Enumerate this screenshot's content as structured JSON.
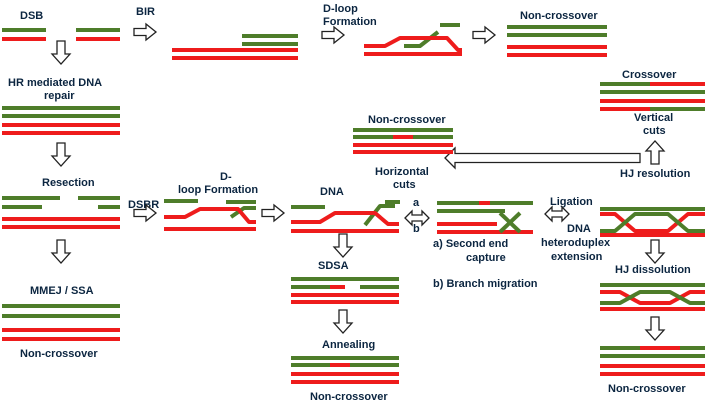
{
  "labels": {
    "dsb": "DSB",
    "bir": "BIR",
    "dloop_top_1": "D-loop",
    "dloop_top_2": "Formation",
    "noncrossover_top": "Non-crossover",
    "hr_repair_1": "HR mediated DNA",
    "hr_repair_2": "repair",
    "crossover": "Crossover",
    "vertical_cuts_1": "Vertical",
    "vertical_cuts_2": "cuts",
    "noncrossover_mid": "Non-crossover",
    "horizontal_cuts_1": "Horizontal",
    "horizontal_cuts_2": "cuts",
    "hj_resolution": "HJ resolution",
    "resection": "Resection",
    "dloop_mid_1": "D-",
    "dloop_mid_2": "loop Formation",
    "dna": "DNA",
    "dsbr": "DSBR",
    "branch_a": "a",
    "branch_b": "b",
    "ligation": "Ligation",
    "heteroduplex_1": "DNA",
    "heteroduplex_2": "heteroduplex",
    "heteroduplex_3": "extension",
    "second_end_1": "a)  Second end",
    "second_end_2": "capture",
    "branch_migration": "b) Branch migration",
    "sdsa": "SDSA",
    "hj_dissolution": "HJ dissolution",
    "mmej_ssa": "MMEJ / SSA",
    "annealing": "Annealing",
    "noncrossover_left": "Non-crossover",
    "noncrossover_bottom": "Non-crossover",
    "noncrossover_right": "Non-crossover"
  },
  "colors": {
    "strand_green": "#4e7d2a",
    "strand_red": "#ee1c1c",
    "text": "#0b2540"
  }
}
